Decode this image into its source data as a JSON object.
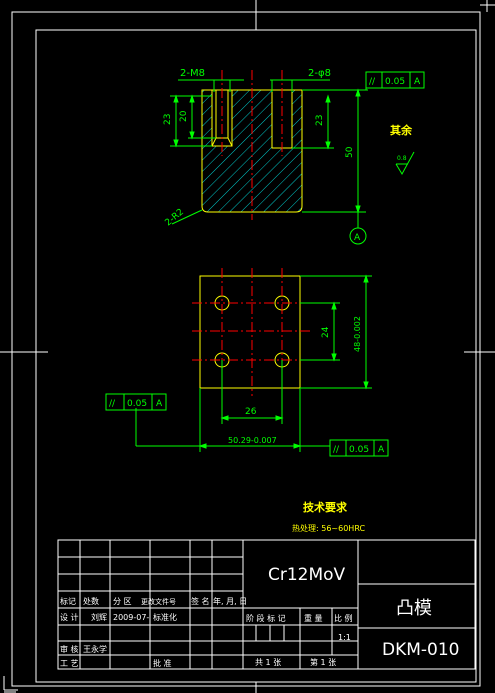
{
  "top_view": {
    "hole_thread": "2-M8",
    "hole_pin": "2-φ8",
    "depth_left_outer": "23",
    "depth_left_inner": "20",
    "depth_right": "23",
    "height": "50",
    "chamfer": "2-R2",
    "datum": "A",
    "tolerance": {
      "sym": "//",
      "value": "0.05",
      "datum": "A"
    }
  },
  "roughness": {
    "label": "其余",
    "value": "0.8"
  },
  "plan_view": {
    "dim_inner_h": "24",
    "dim_outer_h": "48-0.002",
    "dim_inner_w": "26",
    "dim_outer_w": "50.29-0.007",
    "tol_left": {
      "sym": "//",
      "value": "0.05",
      "datum": "A"
    },
    "tol_bottom": {
      "sym": "//",
      "value": "0.05",
      "datum": "A"
    }
  },
  "notes": {
    "title": "技术要求",
    "line1": "热处理: 56~60HRC"
  },
  "title_block": {
    "material": "Cr12MoV",
    "part_name": "凸模",
    "drawing_no": "DKM-010",
    "scale": "1:1",
    "rev_headers": [
      "标记",
      "处数",
      "分 区",
      "更改文件号",
      "签 名",
      "年, 月, 日"
    ],
    "design_label": "设 计",
    "designer": "刘辉",
    "design_date": "2009-07-",
    "std_label": "标准化",
    "review_label": "审 核",
    "reviewer": "王永学",
    "process_label": "工 艺",
    "approve_label": "批 准",
    "stage_headers": [
      "阶 段 标 记",
      "重 量",
      "比 例"
    ],
    "sheets_left": "共 1 张",
    "sheets_right": "第 1 张"
  },
  "colors": {
    "frame": "#ffffff",
    "dim": "#00ff00",
    "center": "#ff0000",
    "part": "#ffff00",
    "hatch": "#00ffff"
  }
}
